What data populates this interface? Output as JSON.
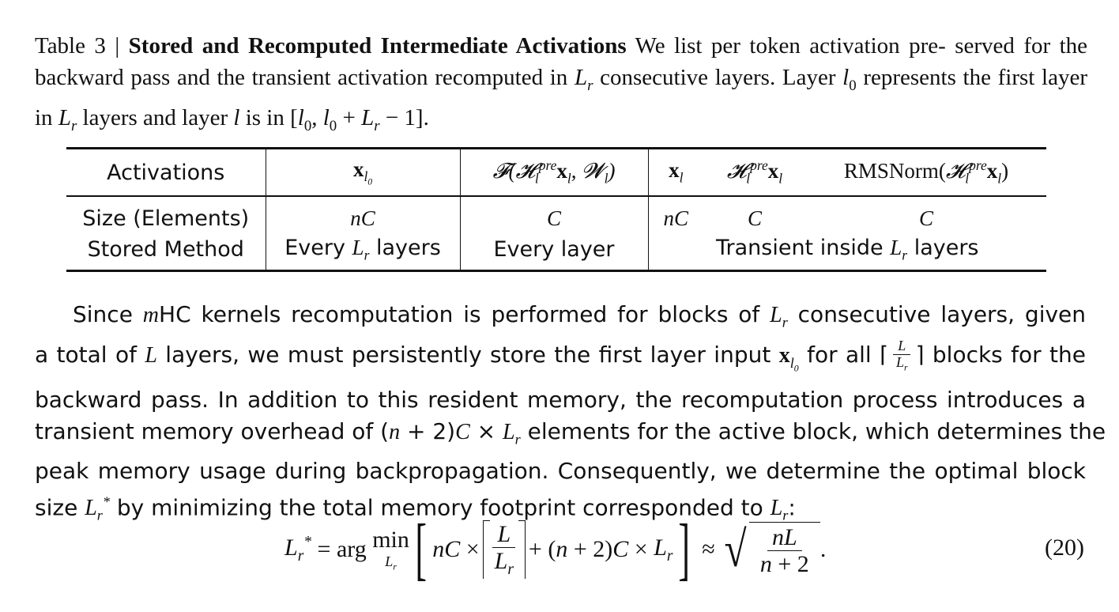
{
  "caption": {
    "label": "Table 3 |",
    "title": "Stored and Recomputed Intermediate Activations",
    "text": "We list per token activation preserved for the backward pass and the transient activation recomputed in L_r consecutive layers. Layer l_0 represents the first layer in L_r layers and layer l is in [l_0, l_0 + L_r − 1]."
  },
  "table": {
    "row_headers": [
      "Activations",
      "Size (Elements)",
      "Stored Method"
    ],
    "columns": [
      "x_l0",
      "F(H_l^pre x_l, W_l)",
      "x_l",
      "H_l^pre x_l",
      "RMSNorm(H_l^pre x_l)"
    ],
    "sizes": [
      "nC",
      "C",
      "nC",
      "C",
      "C"
    ],
    "methods": [
      "Every L_r layers",
      "Every layer",
      "Transient inside L_r layers"
    ]
  },
  "paragraph": {
    "lines": [
      "Since mHC kernels recomputation is performed for blocks of L_r consecutive layers, given",
      "a total of L layers, we must persistently store the first layer input x_l0 for all ⌈L/L_r⌉ blocks for the",
      "backward pass. In addition to this resident memory, the recomputation process introduces a",
      "transient memory overhead of (n + 2)C × L_r elements for the active block, which determines the",
      "peak memory usage during backpropagation. Consequently, we determine the optimal block",
      "size L_r* by minimizing the total memory footprint corresponded to L_r:"
    ]
  },
  "equation": {
    "lhs": "L_r* = arg min_{L_r} [ nC × ⌈L/L_r⌉ + (n + 2)C × L_r ] ≈ √(nL/(n+2)).",
    "number": "(20)"
  }
}
